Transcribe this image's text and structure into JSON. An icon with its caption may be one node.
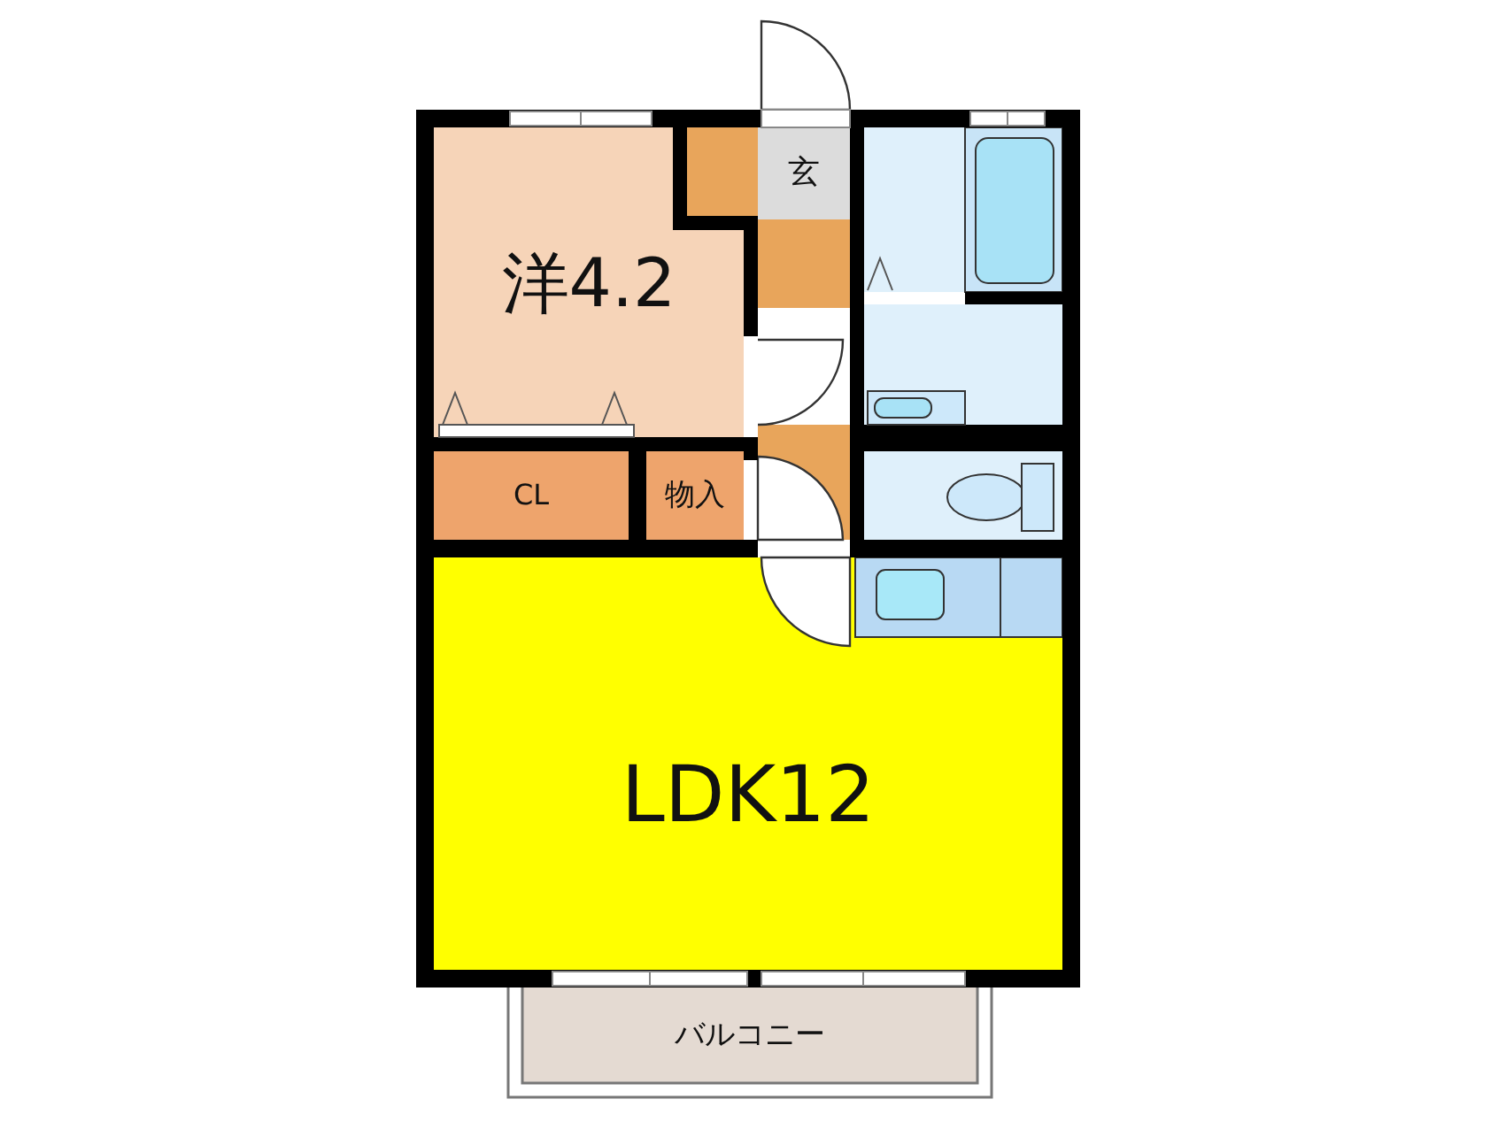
{
  "diagram": {
    "nodes": [
      {
        "text": [
          "洋4.2"
        ]
      },
      {
        "text": [
          "玄"
        ]
      },
      {
        "text": [
          "CL"
        ]
      },
      {
        "text": [
          "物入"
        ]
      },
      {
        "text": [
          "LDK12"
        ]
      },
      {
        "text": [
          "バルコニー"
        ]
      }
    ]
  }
}
